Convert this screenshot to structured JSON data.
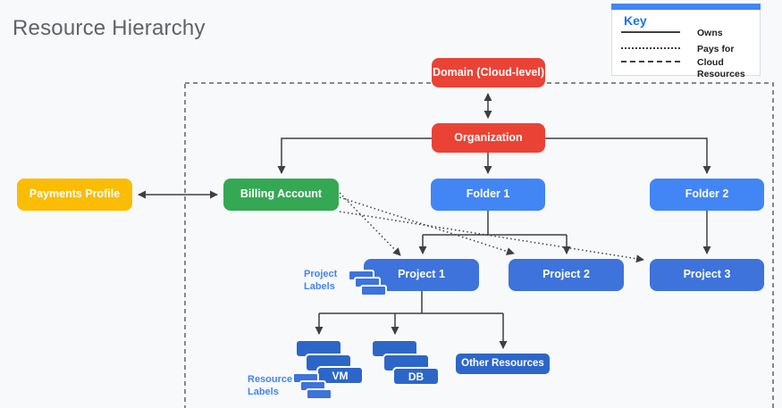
{
  "title": "Resource Hierarchy",
  "legend": {
    "title": "Key",
    "items": [
      {
        "style": "solid",
        "label": "Owns"
      },
      {
        "style": "dotted",
        "label": "Pays for"
      },
      {
        "style": "dashed",
        "label": "Cloud Resources"
      }
    ]
  },
  "nodes": {
    "payments_profile": {
      "label": "Payments Profile",
      "color": "#FBBC04"
    },
    "billing_account": {
      "label": "Billing Account",
      "color": "#34A853"
    },
    "domain": {
      "label": "Domain (Cloud-level)",
      "color": "#EA4335"
    },
    "organization": {
      "label": "Organization",
      "color": "#EA4335"
    },
    "folder1": {
      "label": "Folder 1",
      "color": "#4285F4"
    },
    "folder2": {
      "label": "Folder 2",
      "color": "#4285F4"
    },
    "project1": {
      "label": "Project 1",
      "color": "#3D73DB"
    },
    "project2": {
      "label": "Project 2",
      "color": "#3D73DB"
    },
    "project3": {
      "label": "Project 3",
      "color": "#3D73DB"
    },
    "vm": {
      "label": "VM",
      "color": "#2D66C9"
    },
    "db": {
      "label": "DB",
      "color": "#2D66C9"
    },
    "other_resources": {
      "label": "Other Resources",
      "color": "#2D66C9"
    }
  },
  "annotations": {
    "project_labels": "Project\nLabels",
    "resource_labels": "Resource\nLabels"
  },
  "colors": {
    "background": "#F8F9FA",
    "title_text": "#5F6368",
    "connector": "#3C4043",
    "dashed_border": "#5F6368",
    "legend_accent_bar": "#4285F4",
    "legend_title_text": "#1A73E8",
    "annotation_text": "#4285F4",
    "mini_chip": "#3D73DB"
  }
}
